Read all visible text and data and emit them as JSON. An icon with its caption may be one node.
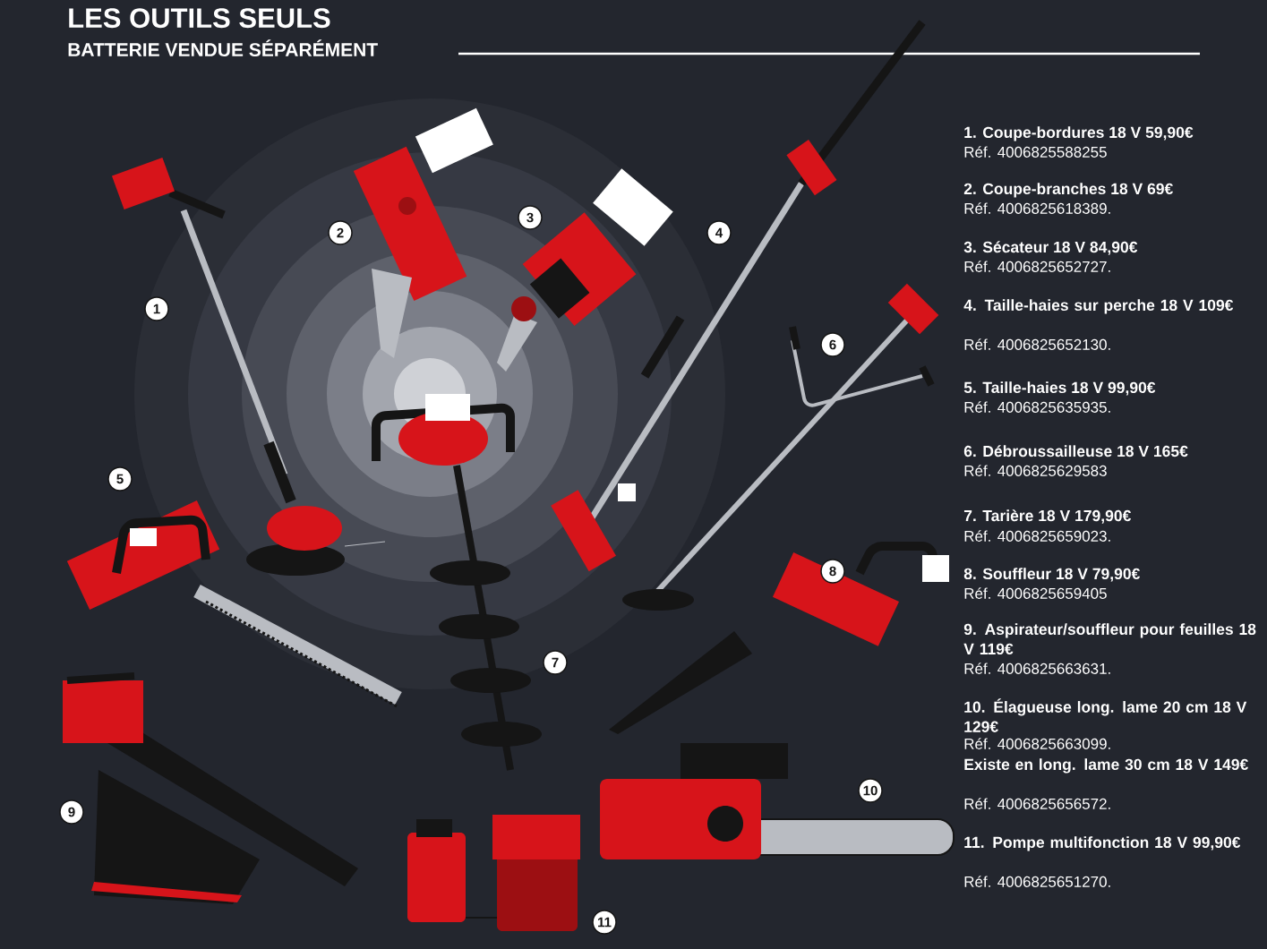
{
  "diagram": {
    "title": "LES OUTILS SEULS",
    "nodes": [
      {
        "text": [
          "1"
        ]
      },
      {
        "text": [
          "2"
        ]
      },
      {
        "text": [
          "3"
        ]
      },
      {
        "text": [
          "4"
        ]
      },
      {
        "text": [
          "5"
        ]
      },
      {
        "text": [
          "6"
        ]
      },
      {
        "text": [
          "7"
        ]
      },
      {
        "text": [
          "8"
        ]
      },
      {
        "text": [
          "9"
        ]
      },
      {
        "text": [
          "10"
        ]
      },
      {
        "text": [
          "11"
        ]
      }
    ],
    "labels": [
      "BATTERIE VENDUE SÉPARÉMENT",
      "1. Coupe-bordures 18 V 59,90€",
      "Réf. 4006825588255",
      "2. Coupe-branches 18 V 69€",
      "Réf. 4006825618389.",
      "3. Sécateur 18 V 84,90€",
      "Réf. 4006825652727.",
      "4. Taille-haies sur perche 18 V 109€",
      "Réf. 4006825652130.",
      "5. Taille-haies 18 V 99,90€",
      "Réf. 4006825635935.",
      "6. Débroussailleuse 18 V 165€",
      "Réf. 4006825629583",
      "7. Tarière 18 V 179,90€",
      "Réf. 4006825659023.",
      "8. Souffleur 18 V 79,90€",
      "Réf. 4006825659405",
      "9. Aspirateur/souffleur pour feuilles 18 V 119€",
      "Réf. 4006825663631.",
      "10. Élagueuse long. lame 20 cm 18 V 129€",
      "Réf. 4006825663099.",
      "Existe en long. lame 30 cm 18 V 149€",
      "Réf. 4006825656572.",
      "11. Pompe multifonction 18 V 99,90€",
      "Réf. 4006825651270."
    ]
  }
}
